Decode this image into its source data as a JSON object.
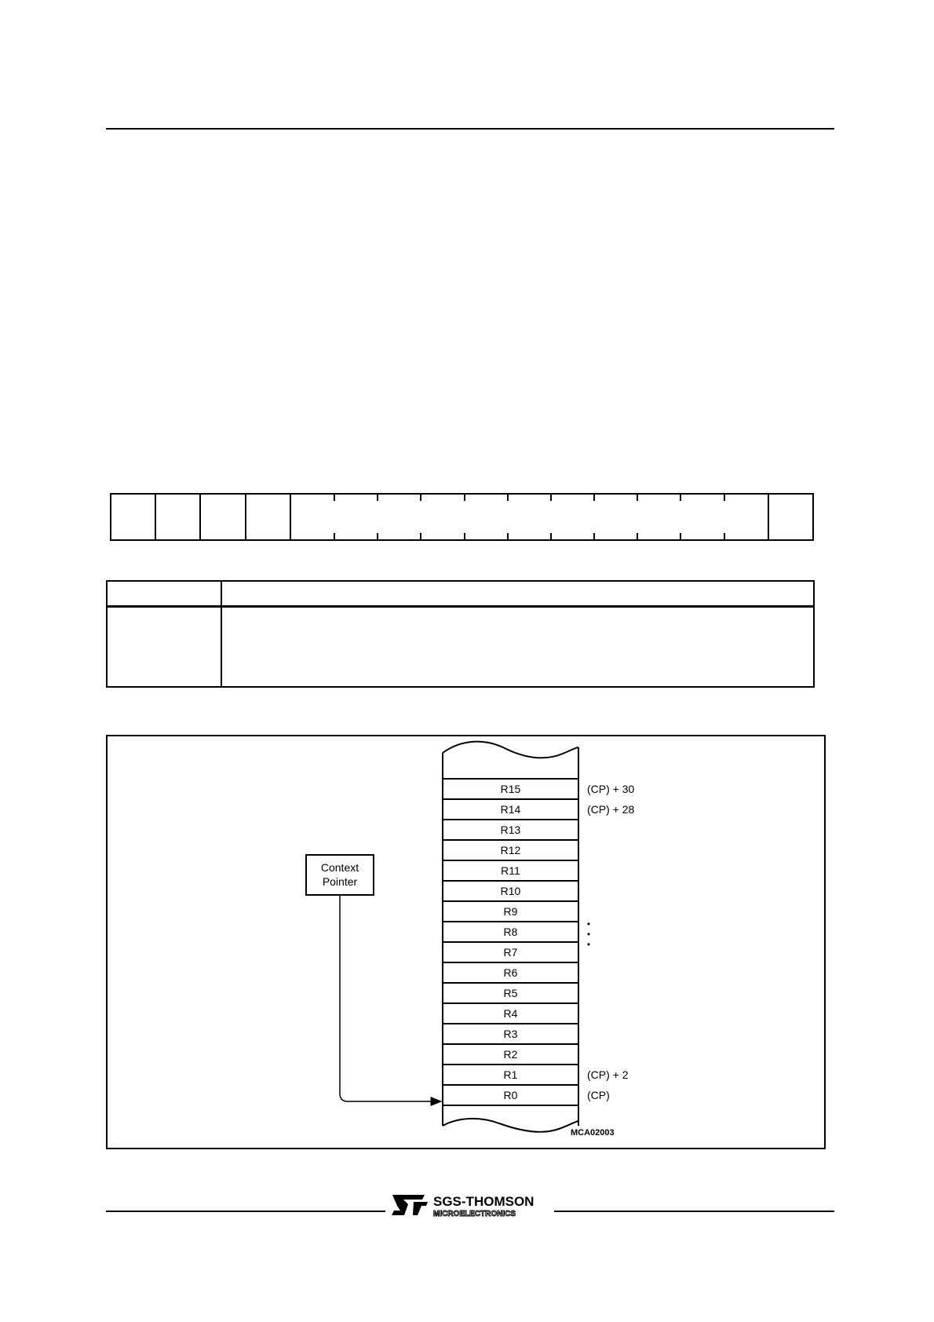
{
  "register_stack": {
    "registers": [
      "R15",
      "R14",
      "R13",
      "R12",
      "R11",
      "R10",
      "R9",
      "R8",
      "R7",
      "R6",
      "R5",
      "R4",
      "R3",
      "R2",
      "R1",
      "R0"
    ],
    "offset_labels": [
      {
        "register": "R15",
        "text": "(CP) + 30"
      },
      {
        "register": "R14",
        "text": "(CP) + 28"
      },
      {
        "register": "R1",
        "text": "(CP) + 2"
      },
      {
        "register": "R0",
        "text": "(CP)"
      }
    ],
    "continuation_dots": [
      "•",
      "•",
      "•"
    ],
    "context_pointer": {
      "line1": "Context",
      "line2": "Pointer"
    },
    "figure_code": "MCA02003"
  },
  "footer": {
    "brand": "SGS-THOMSON",
    "subbrand": "MICROELECTRONICS",
    "logo_text": "ST"
  }
}
